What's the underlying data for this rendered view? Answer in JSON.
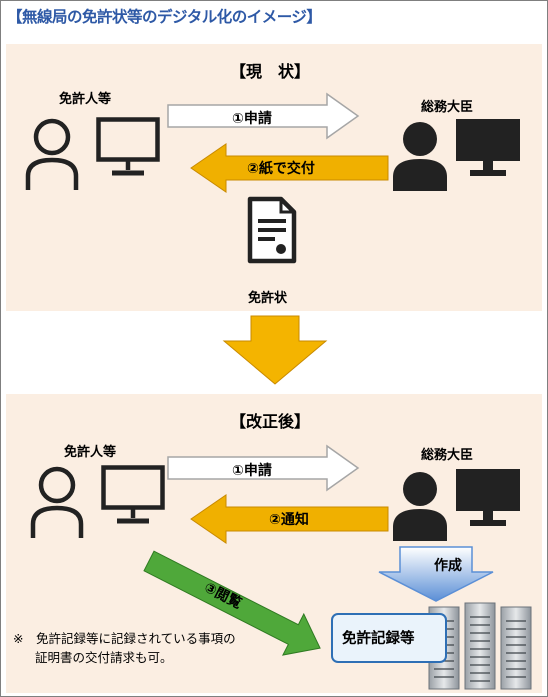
{
  "title": "【無線局の免許状等のデジタル化のイメージ】",
  "current": {
    "heading": "【現　状】",
    "licensee_label": "免許人等",
    "ministry_label": "総務大臣",
    "arrow_apply": "①申請",
    "arrow_issue": "②紙で交付",
    "document_label": "免許状"
  },
  "revised": {
    "heading": "【改正後】",
    "licensee_label": "免許人等",
    "ministry_label": "総務大臣",
    "arrow_apply": "①申請",
    "arrow_notify": "②通知",
    "arrow_view": "③閲覧",
    "arrow_create": "作成",
    "record_label": "免許記録等",
    "note_line1": "※　免許記録等に記録されている事項の",
    "note_line2": "証明書の交付請求も可。"
  },
  "colors": {
    "title": "#2e59a6",
    "panel": "#fbeee2",
    "apply_arrow_fill": "#ffffff",
    "apply_arrow_stroke": "#a6a6a6",
    "issue_arrow": "#f0b000",
    "down_arrow": "#f4b400",
    "view_arrow": "#4fa83a",
    "create_arrow": "#5b8fd6",
    "record_box": "#2e6fb5"
  },
  "icons": [
    "person-icon",
    "monitor-icon",
    "document-icon",
    "server-rack-icon"
  ]
}
